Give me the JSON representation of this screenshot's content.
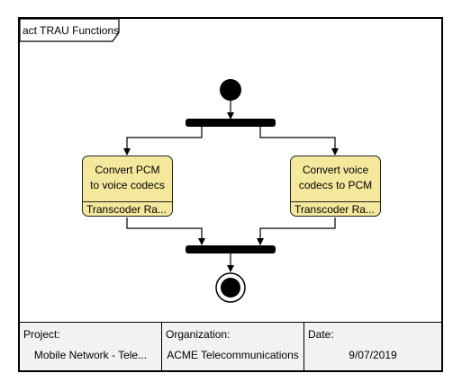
{
  "frame": {
    "label": "act TRAU Functions"
  },
  "actions": [
    {
      "line1": "Convert PCM",
      "line2": "to voice codecs",
      "partition": "Transcoder Ra..."
    },
    {
      "line1": "Convert voice",
      "line2": "codecs to PCM",
      "partition": "Transcoder Ra..."
    }
  ],
  "nodes": {
    "initial": "initial-node",
    "fork": "fork-bar",
    "join": "join-bar",
    "final": "activity-final-node"
  },
  "footer": {
    "project_label": "Project:",
    "project_value": "Mobile Network - Tele...",
    "organization_label": "Organization:",
    "organization_value": "ACME Telecommunications",
    "date_label": "Date:",
    "date_value": "9/07/2019"
  },
  "colors": {
    "action_fill": "#f4e89c",
    "footer_fill": "#f2f2f2",
    "stroke": "#000000"
  }
}
